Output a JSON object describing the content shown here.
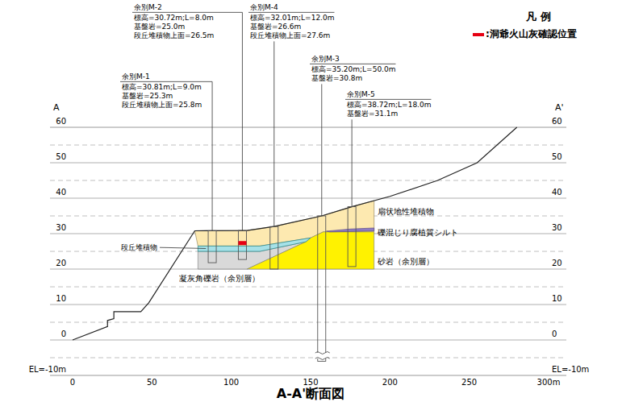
{
  "diagram": {
    "caption": "A-A'断面図",
    "labels": [
      "凡 例",
      "余別M-2",
      "標高=30.72m;L=8.0m",
      "基盤岩=25.0m",
      "段丘堆積物上面=26.5m",
      "余別M-4",
      "標高=32.01m;L=12.0m",
      "基盤岩=26.6m",
      "段丘堆積物上面=27.6m",
      "余別M-1",
      "標高=30.81m;L=9.0m",
      "基盤岩=25.3m",
      "段丘堆積物上面=25.8m",
      "余別M-3",
      "標高=35.20m;L=50.0m",
      "基盤岩=30.8m",
      "余別M-5",
      "標高=38.72m;L=18.0m",
      "基盤岩=31.1m",
      "A",
      "A'",
      "60",
      "50",
      "40",
      "30",
      "20",
      "10",
      "0",
      "EL=-10m",
      "60",
      "50",
      "40",
      "30",
      "20",
      "10",
      "0",
      "EL=-10m",
      "0",
      "50",
      "100",
      "150",
      "200",
      "250",
      "300m",
      "扇状地性堆積物",
      "礫混じり腐植質シルト",
      "段丘堆積物",
      "砂岩（余別層）",
      "凝灰角礫岩（余別層）"
    ],
    "legend": [
      {
        "text": ":洞爺火山灰確認位置",
        "color": "#e60012"
      }
    ]
  }
}
